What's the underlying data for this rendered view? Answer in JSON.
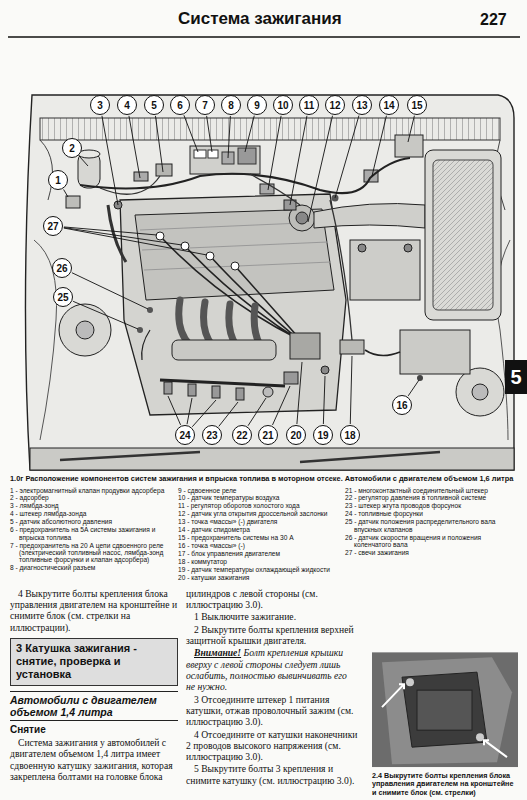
{
  "diagram": {
    "title": "Система зажигания",
    "caption": "1.0г Расположение компонентов систем зажигания и впрыска топлива в моторном отсеке. Автомобили с двигателем объемом 1,6 литра",
    "nodes": [
      {
        "text": [
          "3"
        ]
      },
      {
        "text": [
          "4"
        ]
      },
      {
        "text": [
          "5"
        ]
      },
      {
        "text": [
          "6"
        ]
      },
      {
        "text": [
          "7"
        ]
      },
      {
        "text": [
          "8"
        ]
      },
      {
        "text": [
          "9"
        ]
      },
      {
        "text": [
          "10"
        ]
      },
      {
        "text": [
          "11"
        ]
      },
      {
        "text": [
          "12"
        ]
      },
      {
        "text": [
          "13"
        ]
      },
      {
        "text": [
          "14"
        ]
      },
      {
        "text": [
          "15"
        ]
      },
      {
        "text": [
          "2"
        ]
      },
      {
        "text": [
          "1"
        ]
      },
      {
        "text": [
          "27"
        ]
      },
      {
        "text": [
          "26"
        ]
      },
      {
        "text": [
          "25"
        ]
      },
      {
        "text": [
          "5"
        ]
      },
      {
        "text": [
          "16"
        ]
      },
      {
        "text": [
          "24"
        ]
      },
      {
        "text": [
          "23"
        ]
      },
      {
        "text": [
          "22"
        ]
      },
      {
        "text": [
          "21"
        ]
      },
      {
        "text": [
          "20"
        ]
      },
      {
        "text": [
          "19"
        ]
      },
      {
        "text": [
          "18"
        ]
      },
      {
        "text": [
          "3 Катушка зажигания - снятие, проверка и установка"
        ]
      }
    ],
    "labels": [
      "227",
      "1 - электромагнитный клапан продувки адсорбера",
      "2 - адсорбер",
      "3 - лямбда-зонд",
      "4 - штекер лямбда-зонда",
      "5 - датчик абсолютного давления",
      "6 - предохранитель на 5А системы зажигания и впрыска топлива",
      "7 - предохранитель на 20 А цепи сдвоенного реле (электрический топливный насос, лямбда-зонд топливные форсунки и клапан адсорбера)",
      "8 - диагностический разъем",
      "9 - сдвоенное реле",
      "10 - датчик температуры воздуха",
      "11 - регулятор оборотов холостого хода",
      "12 - датчик угла открытия дроссельной заслонки",
      "13 - точка «массы» (-) двигателя",
      "14 - датчик спидометра",
      "15 - предохранитель системы на 30 А",
      "16 - точка «массы» (-)",
      "17 - блок управления двигателем",
      "18 - коммутатор",
      "19 - датчик температуры охлаждающей жидкости",
      "20 - катушки зажигания",
      "21 - многоконтактный соединительный штекер",
      "22 - регулятор давления в топливной системе",
      "23 - штекер жгута проводов форсунок",
      "24 - топливные форсунки",
      "25 - датчик положения распределительного вала впускных клапанов",
      "26 - датчик скорости вращения и положения коленчатого вала",
      "27 - свечи зажигания",
      "4 Выкрутите болты крепления блока управления двигателем на кронштейне и снимите блок (см. стрелки на иллюстрации).",
      "Автомобили с двигателем объемом 1,4 литра",
      "Снятие",
      "Система зажигания у автомобилей с двигателем объемом 1,4 литра имеет сдвоенную катушку зажигания, которая закреплена болтами на головке блока",
      "цилиндров с левой стороны (см. иллюстрацию 3.0).",
      "1 Выключите зажигание.",
      "2 Выкрутите болты крепления верхней защитной крышки двигателя.",
      "Внимание!",
      "Болт крепления крышки вверху с левой стороны следует лишь ослабить, полностью вывинчивать его не нужно.",
      "3 Отсоедините штекер 1 питания катушки, отжав проволочный зажим (см. иллюстрацию 3.0).",
      "4 Отсоедините от катушки наконечники 2 проводов высокого напряжения (см. иллюстрацию 3.0).",
      "5 Выкрутите болты 3 крепления и снимите катушку (см. иллюстрацию 3.0).",
      "2.4 Выкрутите болты крепления блока управления двигателем на кронштейне и снимите блок (см. стрелки)"
    ]
  }
}
